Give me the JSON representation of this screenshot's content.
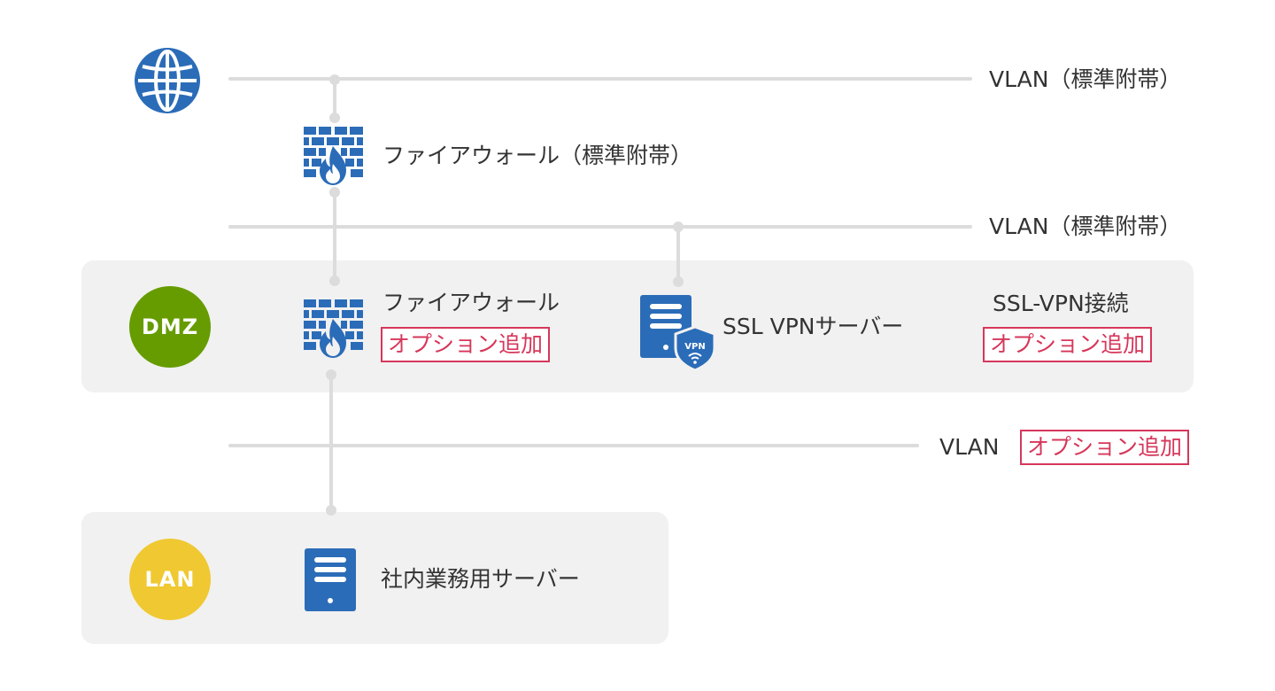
{
  "vlan_top": {
    "label": "VLAN（標準附帯）"
  },
  "firewall_standard": {
    "label": "ファイアウォール（標準附帯）",
    "icon": "firewall-icon"
  },
  "vlan_mid": {
    "label": "VLAN（標準附帯）"
  },
  "dmz": {
    "badge": "DMZ",
    "badge_color": "#669c00",
    "firewall": {
      "label": "ファイアウォール",
      "option": "オプション追加",
      "icon": "firewall-icon"
    },
    "vpn_server": {
      "label": "SSL VPNサーバー",
      "icon": "vpn-server-icon",
      "shield_text": "VPN"
    },
    "ssl_vpn": {
      "label": "SSL-VPN接続",
      "option": "オプション追加"
    }
  },
  "vlan_lan": {
    "label": "VLAN",
    "option": "オプション追加"
  },
  "lan": {
    "badge": "LAN",
    "badge_color": "#f0c832",
    "server": {
      "label": "社内業務用サーバー",
      "icon": "server-icon"
    }
  },
  "globe": {
    "icon": "globe-icon"
  },
  "colors": {
    "icon_blue": "#2b6cb8",
    "option_red": "#d6375a",
    "line_gray": "#dcdcdc",
    "zone_bg": "#f1f1f1"
  }
}
